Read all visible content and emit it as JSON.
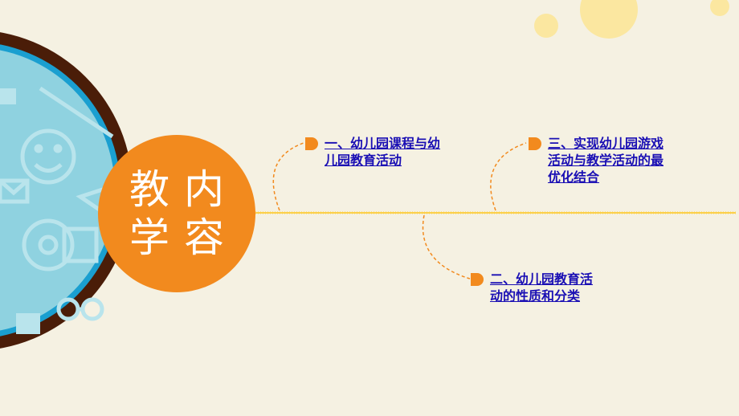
{
  "colors": {
    "background": "#f5f1e2",
    "accent_orange": "#f28a1e",
    "timeline_yellow": "#fcd04a",
    "link_blue": "#1a0fb4",
    "ring_brown": "#4a1d08",
    "lens_blue": "#8fd2e0"
  },
  "title": {
    "chars": [
      "教",
      "内",
      "学",
      "容"
    ]
  },
  "items": [
    {
      "label": "一、幼儿园课程与幼儿园教育活动",
      "lines": [
        "一、幼儿园课程与幼",
        "儿园教育活动"
      ]
    },
    {
      "label": "三、实现幼儿园游戏活动与教学活动的最优化结合",
      "lines": [
        "三、实现幼儿园游戏",
        "活动与教学活动的最",
        "优化结合"
      ]
    },
    {
      "label": "二、幼儿园教育活动的性质和分类",
      "lines": [
        "二、幼儿园教育活",
        "动的性质和分类"
      ]
    }
  ],
  "icons": {
    "marker": "half-circle-marker-icon",
    "lens_decor": [
      "smiley-icon",
      "ruler-icon",
      "envelope-icon",
      "glasses-icon",
      "cd-icon",
      "paper-plane-icon"
    ]
  }
}
